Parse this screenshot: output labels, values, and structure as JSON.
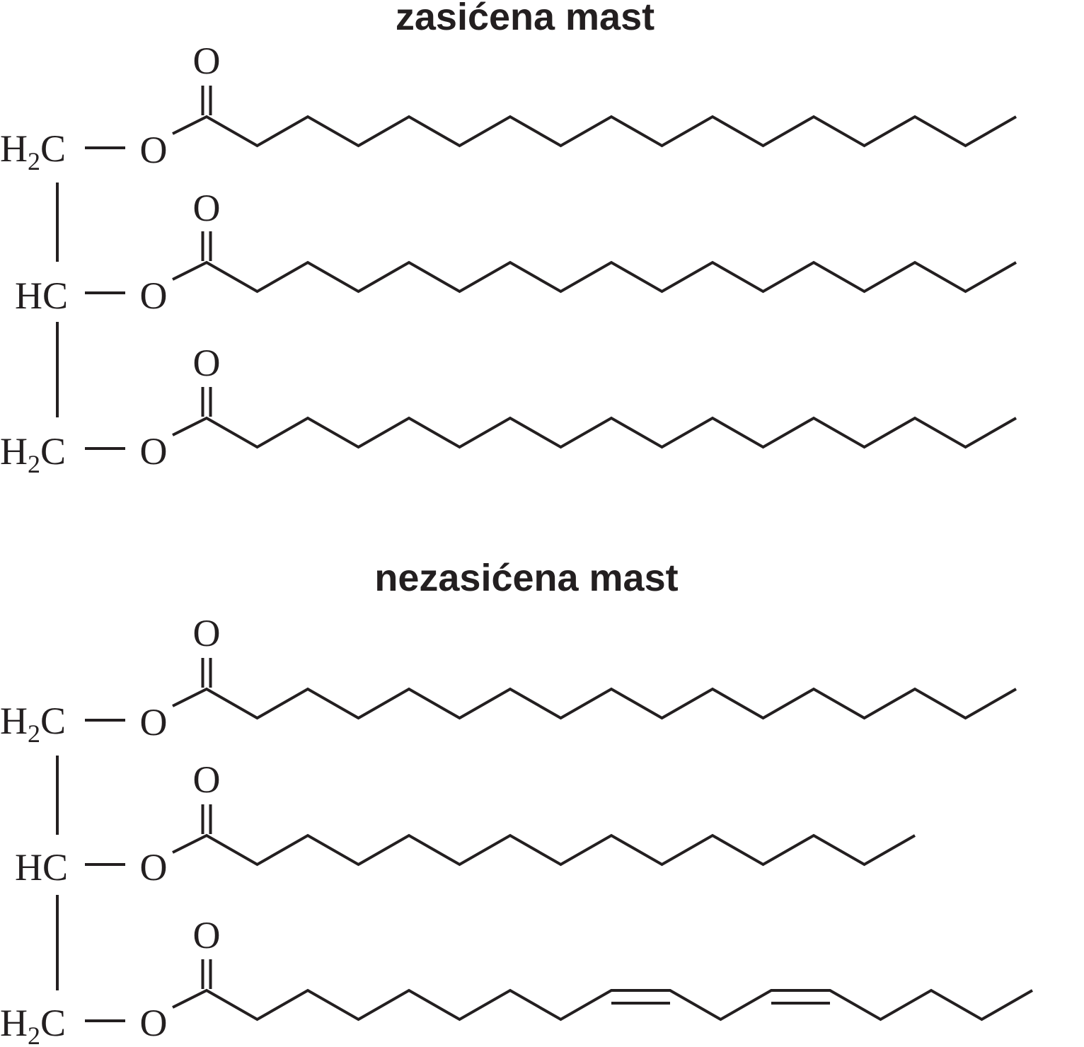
{
  "molecules": [
    {
      "title": "zasićena mast",
      "rows": [
        {
          "backbone": {
            "main": "H",
            "sub": "2",
            "tail": "C"
          },
          "ester_o": "O",
          "carbonyl_o": "O",
          "chain": {
            "carbons": 17,
            "double_bonds": []
          }
        },
        {
          "backbone": {
            "main": "HC",
            "sub": "",
            "tail": ""
          },
          "ester_o": "O",
          "carbonyl_o": "O",
          "chain": {
            "carbons": 17,
            "double_bonds": []
          }
        },
        {
          "backbone": {
            "main": "H",
            "sub": "2",
            "tail": "C"
          },
          "ester_o": "O",
          "carbonyl_o": "O",
          "chain": {
            "carbons": 17,
            "double_bonds": []
          }
        }
      ]
    },
    {
      "title": "nezasićena mast",
      "rows": [
        {
          "backbone": {
            "main": "H",
            "sub": "2",
            "tail": "C"
          },
          "ester_o": "O",
          "carbonyl_o": "O",
          "chain": {
            "carbons": 17,
            "double_bonds": []
          }
        },
        {
          "backbone": {
            "main": "HC",
            "sub": "",
            "tail": ""
          },
          "ester_o": "O",
          "carbonyl_o": "O",
          "chain": {
            "carbons": 15,
            "double_bonds": []
          }
        },
        {
          "backbone": {
            "main": "H",
            "sub": "2",
            "tail": "C"
          },
          "ester_o": "O",
          "carbonyl_o": "O",
          "chain": {
            "carbons": 17,
            "double_bonds": [
              9,
              12
            ]
          }
        }
      ]
    }
  ]
}
